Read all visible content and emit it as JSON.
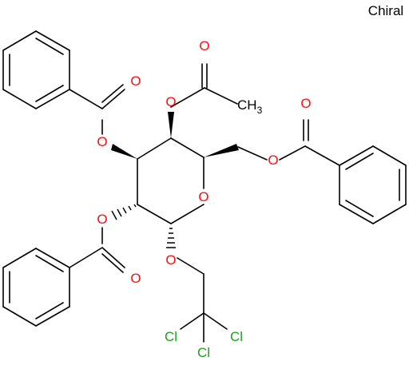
{
  "stereo_label": "Chiral",
  "atoms": {
    "o_ring": "O",
    "o_anomeric": "O",
    "o_c2": "O",
    "o_c3": "O",
    "o_c4": "O",
    "o_c6": "O",
    "o_carbonyl_bz_c2": "O",
    "o_carbonyl_bz_c3": "O",
    "o_carbonyl_ac": "O",
    "o_carbonyl_bz_c6": "O",
    "ch3_main": "CH",
    "ch3_sub": "3",
    "cl_1": "Cl",
    "cl_2": "Cl",
    "cl_3": "Cl"
  },
  "colors": {
    "oxygen": "#ff0d0d",
    "chlorine": "#1fa01f",
    "bond": "#000000",
    "carbon_text": "#000000"
  }
}
